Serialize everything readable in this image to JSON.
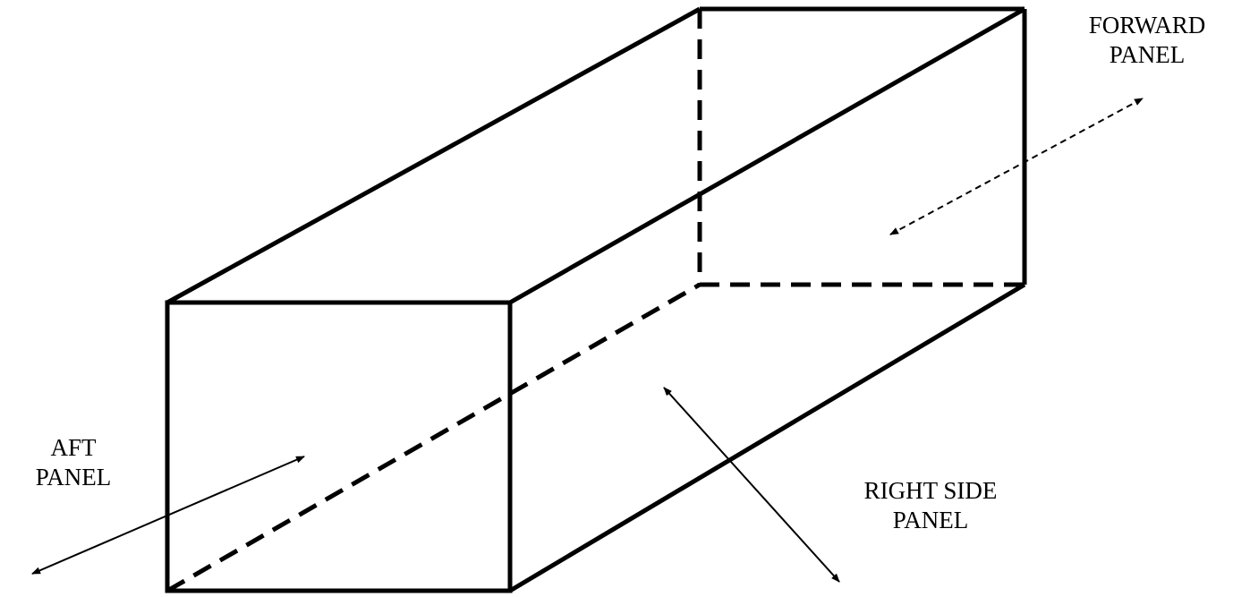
{
  "labels": {
    "forward": {
      "line1": "FORWARD",
      "line2": "PANEL"
    },
    "aft": {
      "line1": "AFT",
      "line2": "PANEL"
    },
    "right_side": {
      "line1": "RIGHT SIDE",
      "line2": "PANEL"
    }
  },
  "colors": {
    "stroke": "#000000",
    "background": "#ffffff"
  }
}
